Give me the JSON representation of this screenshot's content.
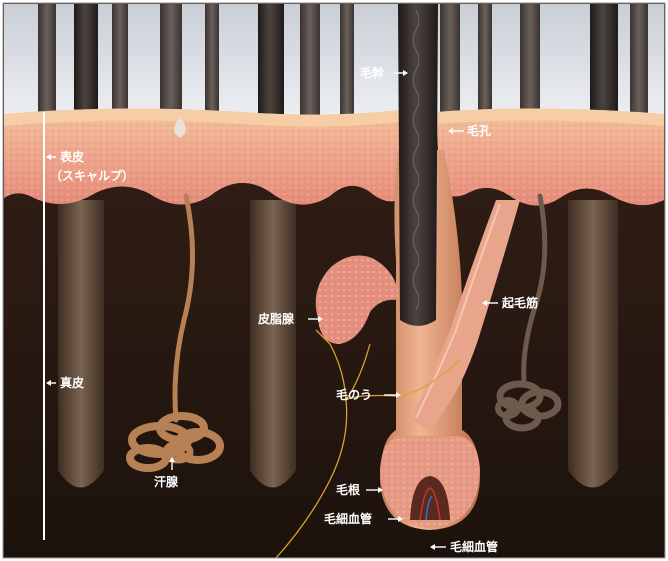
{
  "labels": {
    "shaft": "毛幹",
    "pore": "毛孔",
    "epidermis": "表皮",
    "epidermis_sub": "（スキャルプ）",
    "sebaceous_gland": "皮脂腺",
    "arrector_pili": "起毛筋",
    "dermis": "真皮",
    "follicle": "毛のう",
    "sweat_gland": "汗腺",
    "hair_root": "毛根",
    "capillary_1": "毛細血管",
    "capillary_2": "毛細血管"
  },
  "colors": {
    "skin": "#e9a58c",
    "skin_light": "#f4c3ae",
    "dermis_dark": "#2a1a12",
    "hair_dark": "#2c2522",
    "follicle_bulb": "#c8805a",
    "sweat_gland": "#b88155",
    "nerve": "#d9a22e"
  }
}
